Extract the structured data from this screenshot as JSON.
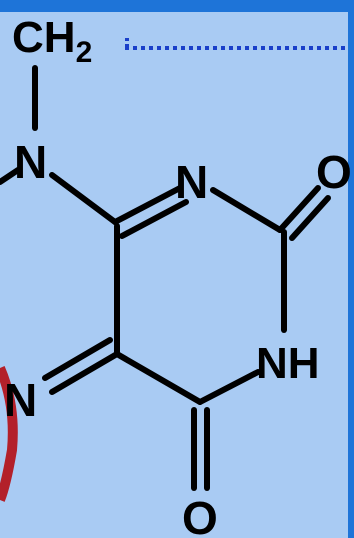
{
  "molecule": {
    "atoms": {
      "ch2": "CH",
      "ch2_sub": "2",
      "n_left": "N",
      "n_top": "N",
      "o_right": "O",
      "n_bottom_left": "N",
      "nh": "NH",
      "o_bottom": "O"
    }
  },
  "colors": {
    "background": "#a9cbf3",
    "border": "#1e74d8",
    "bond": "#000000",
    "dotted_link": "#1a3fc9",
    "highlight_circle": "#b3202a"
  }
}
